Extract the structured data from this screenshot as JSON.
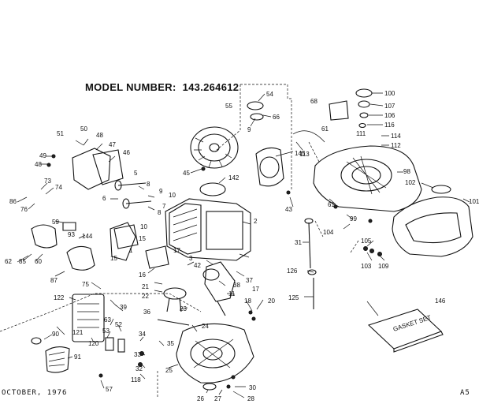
{
  "diagram": {
    "title_label": "MODEL NUMBER:",
    "model_number": "143.264612",
    "footer_date": "OCTOBER, 1976",
    "footer_page": "A5",
    "gasket_set_label": "GASKET SET",
    "part_labels": [
      {
        "id": "p100",
        "text": "100"
      },
      {
        "id": "p107",
        "text": "107"
      },
      {
        "id": "p106",
        "text": "106"
      },
      {
        "id": "p116",
        "text": "116"
      },
      {
        "id": "p114",
        "text": "114"
      },
      {
        "id": "p112",
        "text": "112"
      },
      {
        "id": "p111",
        "text": "111"
      },
      {
        "id": "p68",
        "text": "68"
      },
      {
        "id": "p61a",
        "text": "61"
      },
      {
        "id": "p54",
        "text": "54"
      },
      {
        "id": "p55",
        "text": "55"
      },
      {
        "id": "p66",
        "text": "66"
      },
      {
        "id": "p9a",
        "text": "9"
      },
      {
        "id": "p145",
        "text": "145"
      },
      {
        "id": "p113",
        "text": "113"
      },
      {
        "id": "p98",
        "text": "98"
      },
      {
        "id": "p102",
        "text": "102"
      },
      {
        "id": "p101",
        "text": "101"
      },
      {
        "id": "p51",
        "text": "51"
      },
      {
        "id": "p50",
        "text": "50"
      },
      {
        "id": "p48a",
        "text": "48"
      },
      {
        "id": "p47",
        "text": "47"
      },
      {
        "id": "p46",
        "text": "46"
      },
      {
        "id": "p49",
        "text": "49"
      },
      {
        "id": "p48b",
        "text": "48"
      },
      {
        "id": "p45",
        "text": "45"
      },
      {
        "id": "p142",
        "text": "142"
      },
      {
        "id": "p5",
        "text": "5"
      },
      {
        "id": "p8a",
        "text": "8"
      },
      {
        "id": "p73",
        "text": "73"
      },
      {
        "id": "p74",
        "text": "74"
      },
      {
        "id": "p86",
        "text": "86"
      },
      {
        "id": "p76",
        "text": "76"
      },
      {
        "id": "p6",
        "text": "6"
      },
      {
        "id": "p9b",
        "text": "9"
      },
      {
        "id": "p10a",
        "text": "10"
      },
      {
        "id": "p43",
        "text": "43"
      },
      {
        "id": "p61b",
        "text": "61"
      },
      {
        "id": "p99",
        "text": "99"
      },
      {
        "id": "p104",
        "text": "104"
      },
      {
        "id": "p59",
        "text": "59"
      },
      {
        "id": "p7",
        "text": "7"
      },
      {
        "id": "p8b",
        "text": "8"
      },
      {
        "id": "p10b",
        "text": "10"
      },
      {
        "id": "p2",
        "text": "2"
      },
      {
        "id": "p93",
        "text": "93"
      },
      {
        "id": "p144",
        "text": "144"
      },
      {
        "id": "p62",
        "text": "62"
      },
      {
        "id": "p85",
        "text": "85"
      },
      {
        "id": "p60",
        "text": "60"
      },
      {
        "id": "p15a",
        "text": "15"
      },
      {
        "id": "p15b",
        "text": "15"
      },
      {
        "id": "p17",
        "text": "17"
      },
      {
        "id": "p31",
        "text": "31"
      },
      {
        "id": "p105",
        "text": "105"
      },
      {
        "id": "p103",
        "text": "103"
      },
      {
        "id": "p109",
        "text": "109"
      },
      {
        "id": "p1",
        "text": "1"
      },
      {
        "id": "p3",
        "text": "3"
      },
      {
        "id": "p42",
        "text": "42"
      },
      {
        "id": "p87",
        "text": "87"
      },
      {
        "id": "p16",
        "text": "16"
      },
      {
        "id": "p37",
        "text": "37"
      },
      {
        "id": "p126",
        "text": "126"
      },
      {
        "id": "p21",
        "text": "21"
      },
      {
        "id": "p22",
        "text": "22"
      },
      {
        "id": "p38",
        "text": "38"
      },
      {
        "id": "p75",
        "text": "75"
      },
      {
        "id": "p11",
        "text": "11"
      },
      {
        "id": "p17b",
        "text": "17"
      },
      {
        "id": "p125",
        "text": "125"
      },
      {
        "id": "p122",
        "text": "122"
      },
      {
        "id": "p18",
        "text": "18"
      },
      {
        "id": "p20",
        "text": "20"
      },
      {
        "id": "p39",
        "text": "39"
      },
      {
        "id": "p36",
        "text": "36"
      },
      {
        "id": "p23",
        "text": "23"
      },
      {
        "id": "p146",
        "text": "146"
      },
      {
        "id": "p63",
        "text": "63"
      },
      {
        "id": "p52",
        "text": "52"
      },
      {
        "id": "p121",
        "text": "121"
      },
      {
        "id": "p90",
        "text": "90"
      },
      {
        "id": "p24",
        "text": "24"
      },
      {
        "id": "p53",
        "text": "53"
      },
      {
        "id": "p120",
        "text": "120"
      },
      {
        "id": "p34",
        "text": "34"
      },
      {
        "id": "p35",
        "text": "35"
      },
      {
        "id": "p33",
        "text": "33"
      },
      {
        "id": "p91",
        "text": "91"
      },
      {
        "id": "p32",
        "text": "32"
      },
      {
        "id": "p25",
        "text": "25"
      },
      {
        "id": "p118",
        "text": "118"
      },
      {
        "id": "p57",
        "text": "57"
      },
      {
        "id": "p30",
        "text": "30"
      },
      {
        "id": "p26",
        "text": "26"
      },
      {
        "id": "p27",
        "text": "27"
      },
      {
        "id": "p28",
        "text": "28"
      }
    ]
  }
}
